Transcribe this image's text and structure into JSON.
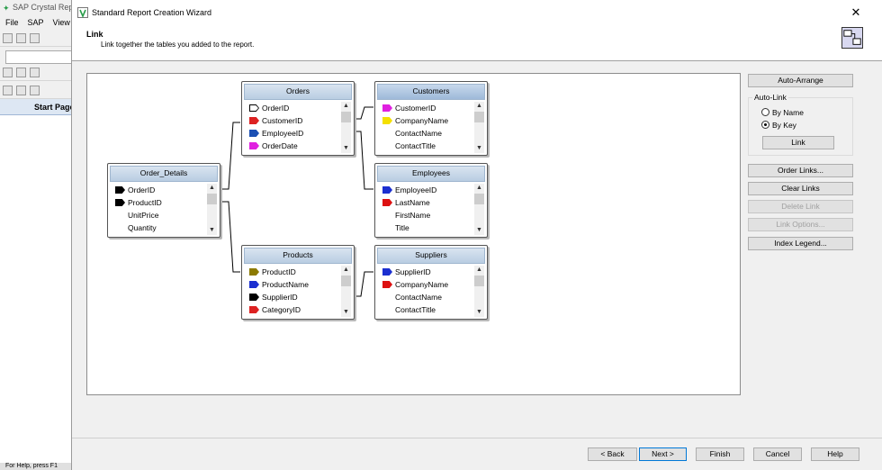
{
  "background_app": {
    "title": "SAP Crystal Reports",
    "menu": [
      "File",
      "SAP",
      "View"
    ],
    "start_tab": "Start Page",
    "status": "For Help, press F1"
  },
  "dialog": {
    "title": "Standard Report Creation Wizard",
    "header_title": "Link",
    "header_subtitle": "Link together the tables you added to the report."
  },
  "tables": [
    {
      "name": "Orders",
      "fields": [
        {
          "label": "OrderID",
          "color": "#ffffff"
        },
        {
          "label": "CustomerID",
          "color": "#dd2222"
        },
        {
          "label": "EmployeeID",
          "color": "#1b4fb3"
        },
        {
          "label": "OrderDate",
          "color": "#e020e0"
        }
      ]
    },
    {
      "name": "Customers",
      "fields": [
        {
          "label": "CustomerID",
          "color": "#e020e0"
        },
        {
          "label": "CompanyName",
          "color": "#f4e000"
        },
        {
          "label": "ContactName",
          "color": ""
        },
        {
          "label": "ContactTitle",
          "color": ""
        }
      ]
    },
    {
      "name": "Order_Details",
      "fields": [
        {
          "label": "OrderID",
          "color": "#000000"
        },
        {
          "label": "ProductID",
          "color": "#000000"
        },
        {
          "label": "UnitPrice",
          "color": ""
        },
        {
          "label": "Quantity",
          "color": ""
        }
      ]
    },
    {
      "name": "Employees",
      "fields": [
        {
          "label": "EmployeeID",
          "color": "#1b2fd0"
        },
        {
          "label": "LastName",
          "color": "#dd1111"
        },
        {
          "label": "FirstName",
          "color": ""
        },
        {
          "label": "Title",
          "color": ""
        }
      ]
    },
    {
      "name": "Products",
      "fields": [
        {
          "label": "ProductID",
          "color": "#8c7a00"
        },
        {
          "label": "ProductName",
          "color": "#1b2fd0"
        },
        {
          "label": "SupplierID",
          "color": "#000000"
        },
        {
          "label": "CategoryID",
          "color": "#dd2222"
        }
      ]
    },
    {
      "name": "Suppliers",
      "fields": [
        {
          "label": "SupplierID",
          "color": "#1b2fd0"
        },
        {
          "label": "CompanyName",
          "color": "#dd1111"
        },
        {
          "label": "ContactName",
          "color": ""
        },
        {
          "label": "ContactTitle",
          "color": ""
        }
      ]
    }
  ],
  "buttons": {
    "auto_arrange": "Auto-Arrange",
    "auto_link_label": "Auto-Link",
    "by_name": "By Name",
    "by_key": "By Key",
    "auto_link_selected": "By Key",
    "link": "Link",
    "order_links": "Order Links...",
    "clear_links": "Clear Links",
    "delete_link": "Delete Link",
    "link_options": "Link Options...",
    "index_legend": "Index Legend..."
  },
  "footer": {
    "back": "< Back",
    "next": "Next >",
    "finish": "Finish",
    "cancel": "Cancel",
    "help": "Help"
  }
}
